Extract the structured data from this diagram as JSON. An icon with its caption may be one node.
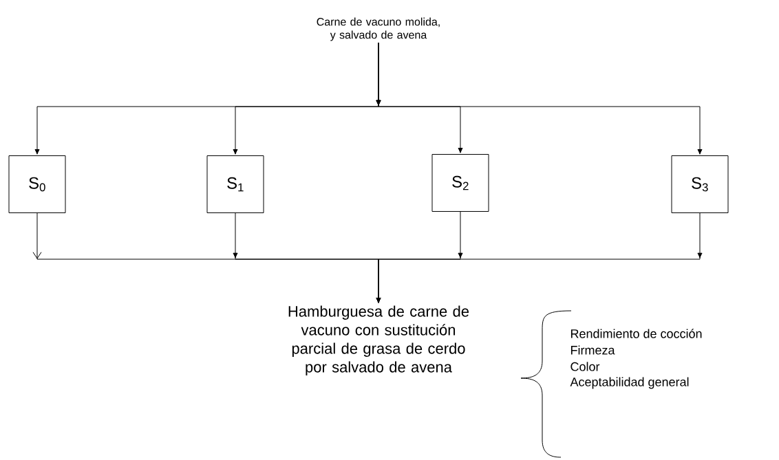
{
  "diagram": {
    "nodes": [
      {
        "text": [
          "Carne de vacuno molida, y salvado de avena"
        ]
      },
      {
        "text": [
          "S$_{0}$"
        ]
      },
      {
        "text": [
          "S$_{1}$"
        ]
      },
      {
        "text": [
          "S$_{2}$"
        ]
      },
      {
        "text": [
          "S$_{3}$"
        ]
      },
      {
        "text": [
          "Hamburguesa de carne de vacuno con sustitución parcial de grasa de cerdo por salvado de avena"
        ]
      }
    ],
    "edges": [
      {
        "from": 0,
        "to": 1,
        "arrow": "to"
      },
      {
        "from": 0,
        "to": 2,
        "arrow": "to"
      },
      {
        "from": 0,
        "to": 3,
        "arrow": "to"
      },
      {
        "from": 0,
        "to": 4,
        "arrow": "to"
      },
      {
        "from": 1,
        "to": 5,
        "arrow": "to"
      },
      {
        "from": 2,
        "to": 5,
        "arrow": "to"
      },
      {
        "from": 3,
        "to": 5,
        "arrow": "to"
      },
      {
        "from": 4,
        "to": 5,
        "arrow": "to"
      }
    ],
    "labels": [
      "Rendimiento de cocción",
      "Firmeza",
      "Color",
      "Aceptabilidad general"
    ]
  }
}
